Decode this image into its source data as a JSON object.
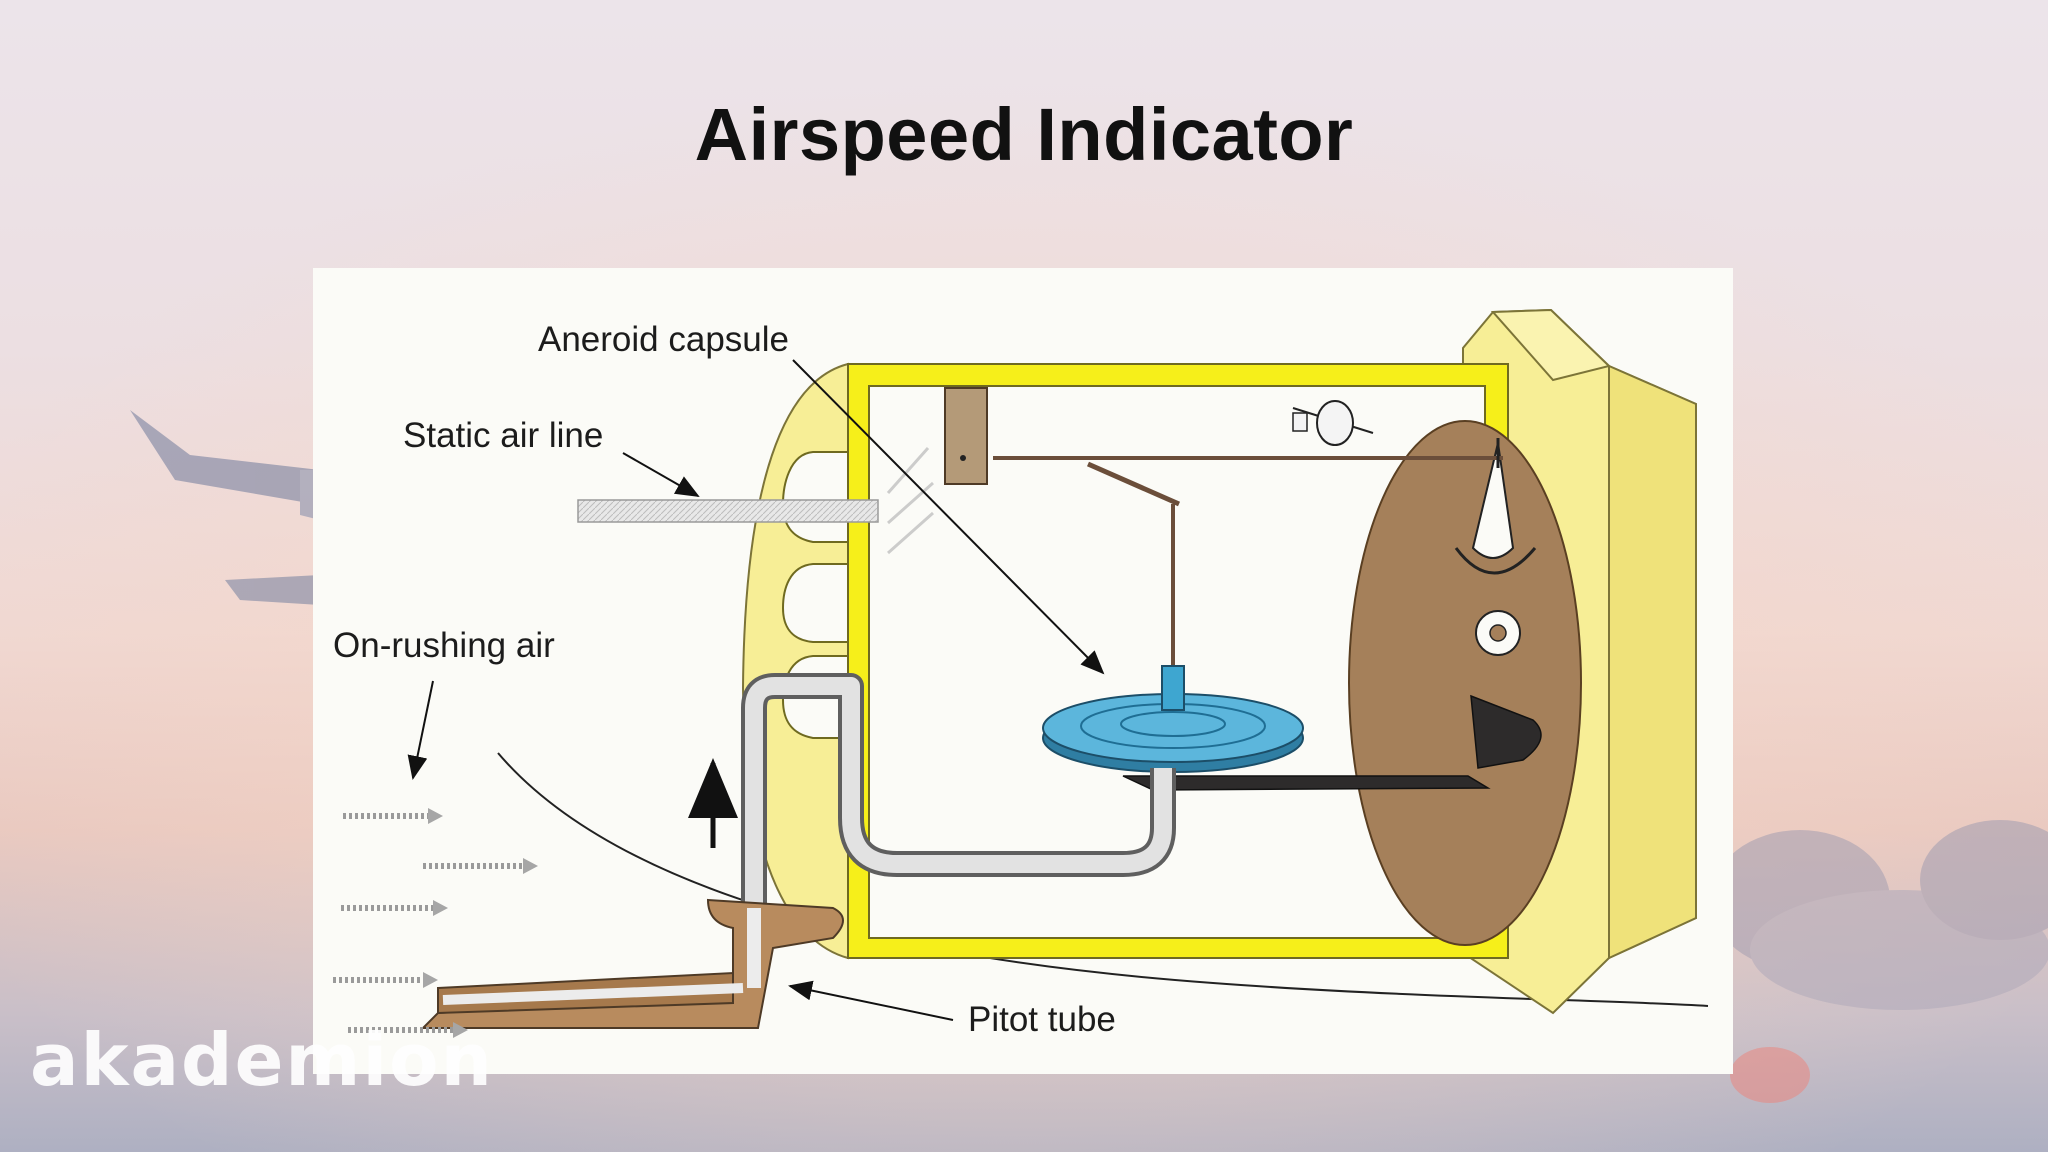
{
  "slide": {
    "title": "Airspeed Indicator"
  },
  "diagram": {
    "labels": {
      "aneroid_capsule": "Aneroid capsule",
      "static_air_line": "Static air line",
      "on_rushing_air": "On-rushing air",
      "pitot_tube": "Pitot tube"
    }
  },
  "watermark": {
    "text": "akademion"
  },
  "colors": {
    "case_yellow": "#f6ef1a",
    "case_cream": "#f7ee96",
    "dial_brown": "#a5805a",
    "capsule_blue": "#5cb6dc",
    "tube_brown": "#b88b5e",
    "pipe_gray": "#e2e2e2",
    "title_text": "#111111"
  }
}
